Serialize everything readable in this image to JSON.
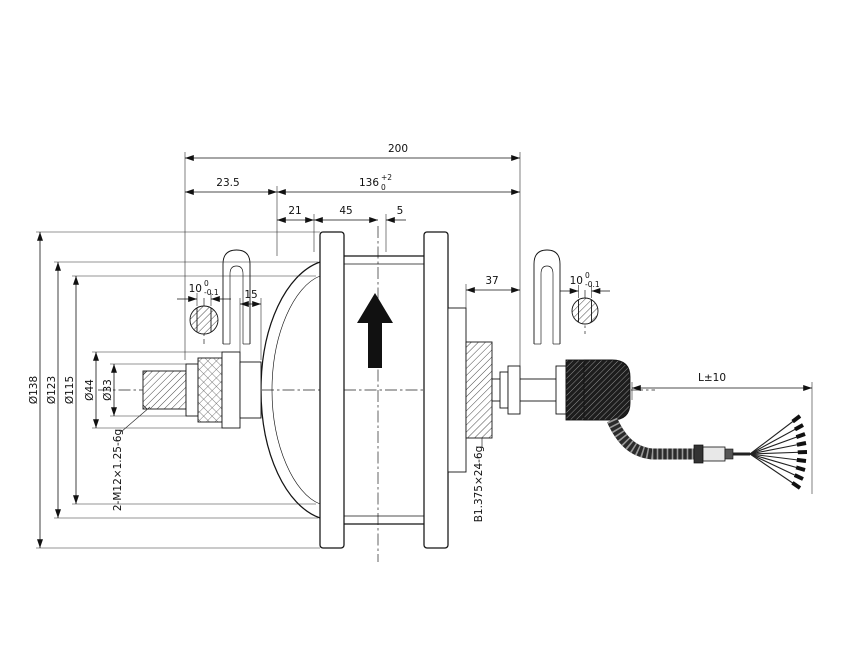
{
  "dims": {
    "overall": "200",
    "left_offset": "23.5",
    "width_main": "136",
    "width_tol_up": "+2",
    "width_tol_dn": "0",
    "flange_offset": "21",
    "flange_span": "45",
    "center_offset": "5",
    "boss_offset": "37",
    "axle_step": "15",
    "flat_left": "10",
    "flat_left_up": "0",
    "flat_left_dn": "-0.1",
    "flat_right": "10",
    "flat_right_up": "0",
    "flat_right_dn": "-0.1",
    "dia_138": "Ø138",
    "dia_123": "Ø123",
    "dia_115": "Ø115",
    "dia_44": "Ø44",
    "dia_33": "Ø33",
    "thread_axle": "2-M12×1.25-6g",
    "thread_freewheel": "B1.375×24-6g",
    "cable_len": "L±10"
  }
}
